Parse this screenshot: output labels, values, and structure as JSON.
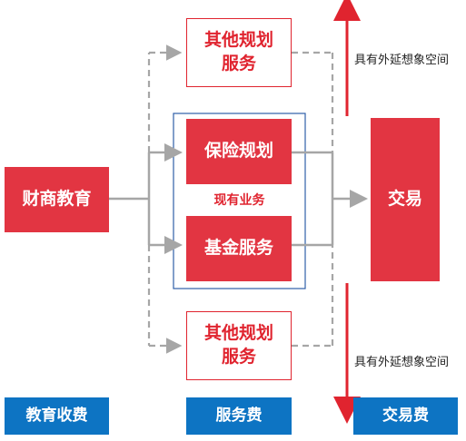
{
  "nodes": {
    "education": "财商教育",
    "other_top": "其他规划\n服务",
    "insurance": "保险规划",
    "existing_label": "现有业务",
    "fund": "基金服务",
    "other_bottom": "其他规划\n服务",
    "trade": "交易"
  },
  "side_labels": {
    "top": "具有外延想象空间",
    "bottom": "具有外延想象空间"
  },
  "footer": {
    "left": "教育收费",
    "middle": "服务费",
    "right": "交易费"
  },
  "colors": {
    "red_fill": "#e23542",
    "red_outline": "#e0242f",
    "blue_fill": "#0d74c3",
    "grey_line": "#a6a6a6",
    "group_border": "#2e5fa8"
  }
}
